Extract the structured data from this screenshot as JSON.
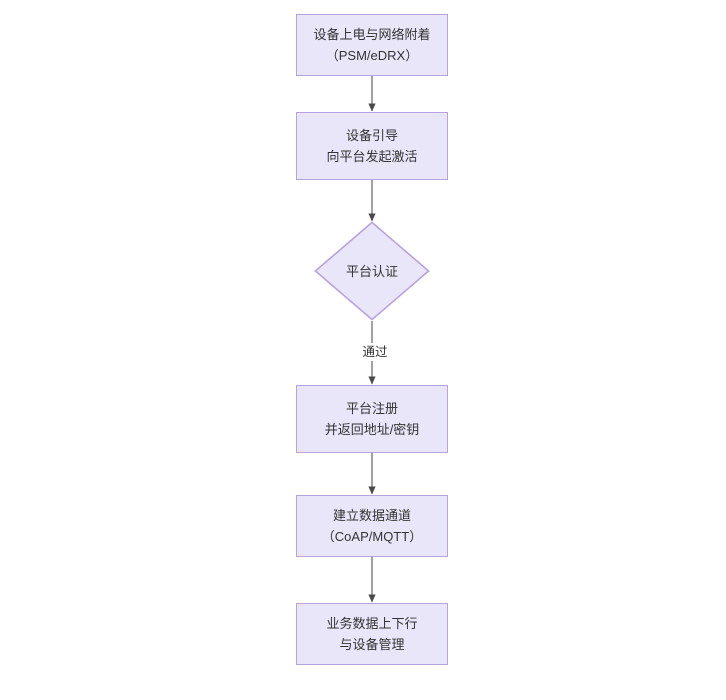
{
  "diagram": {
    "type": "flowchart",
    "orientation": "top-to-bottom",
    "background_color": "#ffffff",
    "node_fill_color": "#e9e6fa",
    "node_border_color": "#b7a2e0",
    "node_text_color": "#333333",
    "edge_color": "#555555",
    "nodes": [
      {
        "id": "n1",
        "shape": "rectangle",
        "lines": [
          "设备上电与网络附着",
          "（PSM/eDRX）"
        ]
      },
      {
        "id": "n2",
        "shape": "rectangle",
        "lines": [
          "设备引导",
          "向平台发起激活"
        ]
      },
      {
        "id": "n3",
        "shape": "diamond",
        "lines": [
          "平台认证"
        ]
      },
      {
        "id": "n4",
        "shape": "rectangle",
        "lines": [
          "平台注册",
          "并返回地址/密钥"
        ]
      },
      {
        "id": "n5",
        "shape": "rectangle",
        "lines": [
          "建立数据通道",
          "（CoAP/MQTT）"
        ]
      },
      {
        "id": "n6",
        "shape": "rectangle",
        "lines": [
          "业务数据上下行",
          "与设备管理"
        ]
      }
    ],
    "edges": [
      {
        "id": "e1",
        "from": "n1",
        "to": "n2",
        "label": ""
      },
      {
        "id": "e2",
        "from": "n2",
        "to": "n3",
        "label": ""
      },
      {
        "id": "e3",
        "from": "n3",
        "to": "n4",
        "label": "通过"
      },
      {
        "id": "e4",
        "from": "n4",
        "to": "n5",
        "label": ""
      },
      {
        "id": "e5",
        "from": "n5",
        "to": "n6",
        "label": ""
      }
    ]
  }
}
